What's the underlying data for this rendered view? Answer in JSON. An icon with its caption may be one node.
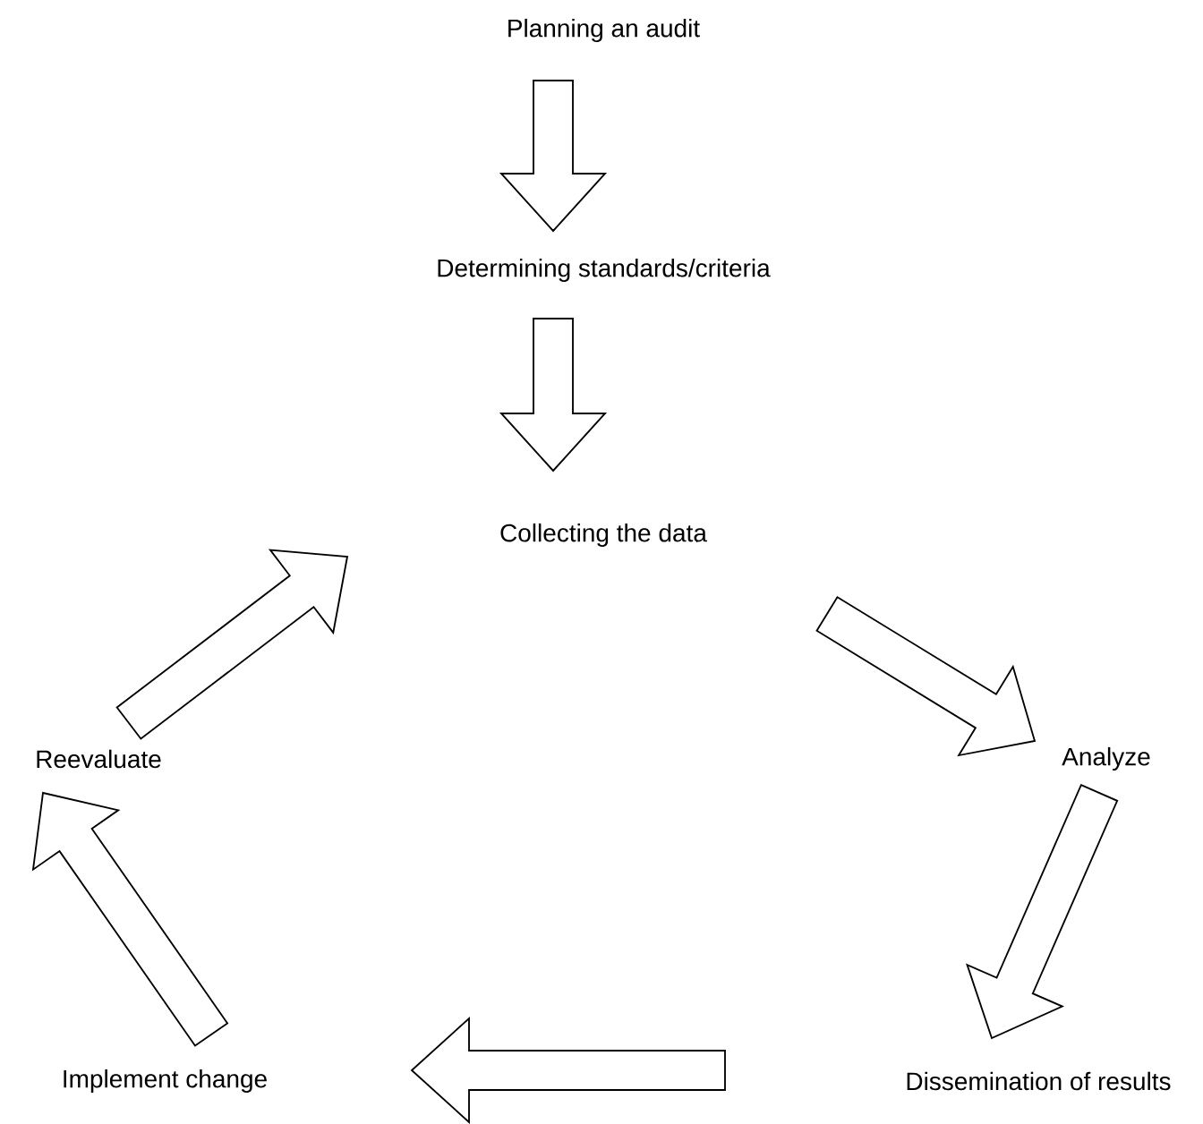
{
  "diagram": {
    "nodes": [
      {
        "text": [
          "Planning an audit"
        ]
      },
      {
        "text": [
          "Determining standards/criteria"
        ]
      },
      {
        "text": [
          "Collecting the data"
        ]
      },
      {
        "text": [
          "Analyze"
        ]
      },
      {
        "text": [
          "Dissemination of results"
        ]
      },
      {
        "text": [
          "Implement change"
        ]
      },
      {
        "text": [
          "Reevaluate"
        ]
      }
    ],
    "edges": [
      {
        "from": 0,
        "to": 1,
        "arrow": "to"
      },
      {
        "from": 1,
        "to": 2,
        "arrow": "to"
      },
      {
        "from": 2,
        "to": 3,
        "arrow": "to"
      },
      {
        "from": 3,
        "to": 4,
        "arrow": "to"
      },
      {
        "from": 4,
        "to": 5,
        "arrow": "to"
      },
      {
        "from": 5,
        "to": 6,
        "arrow": "to"
      },
      {
        "from": 6,
        "to": 2,
        "arrow": "to"
      }
    ]
  }
}
